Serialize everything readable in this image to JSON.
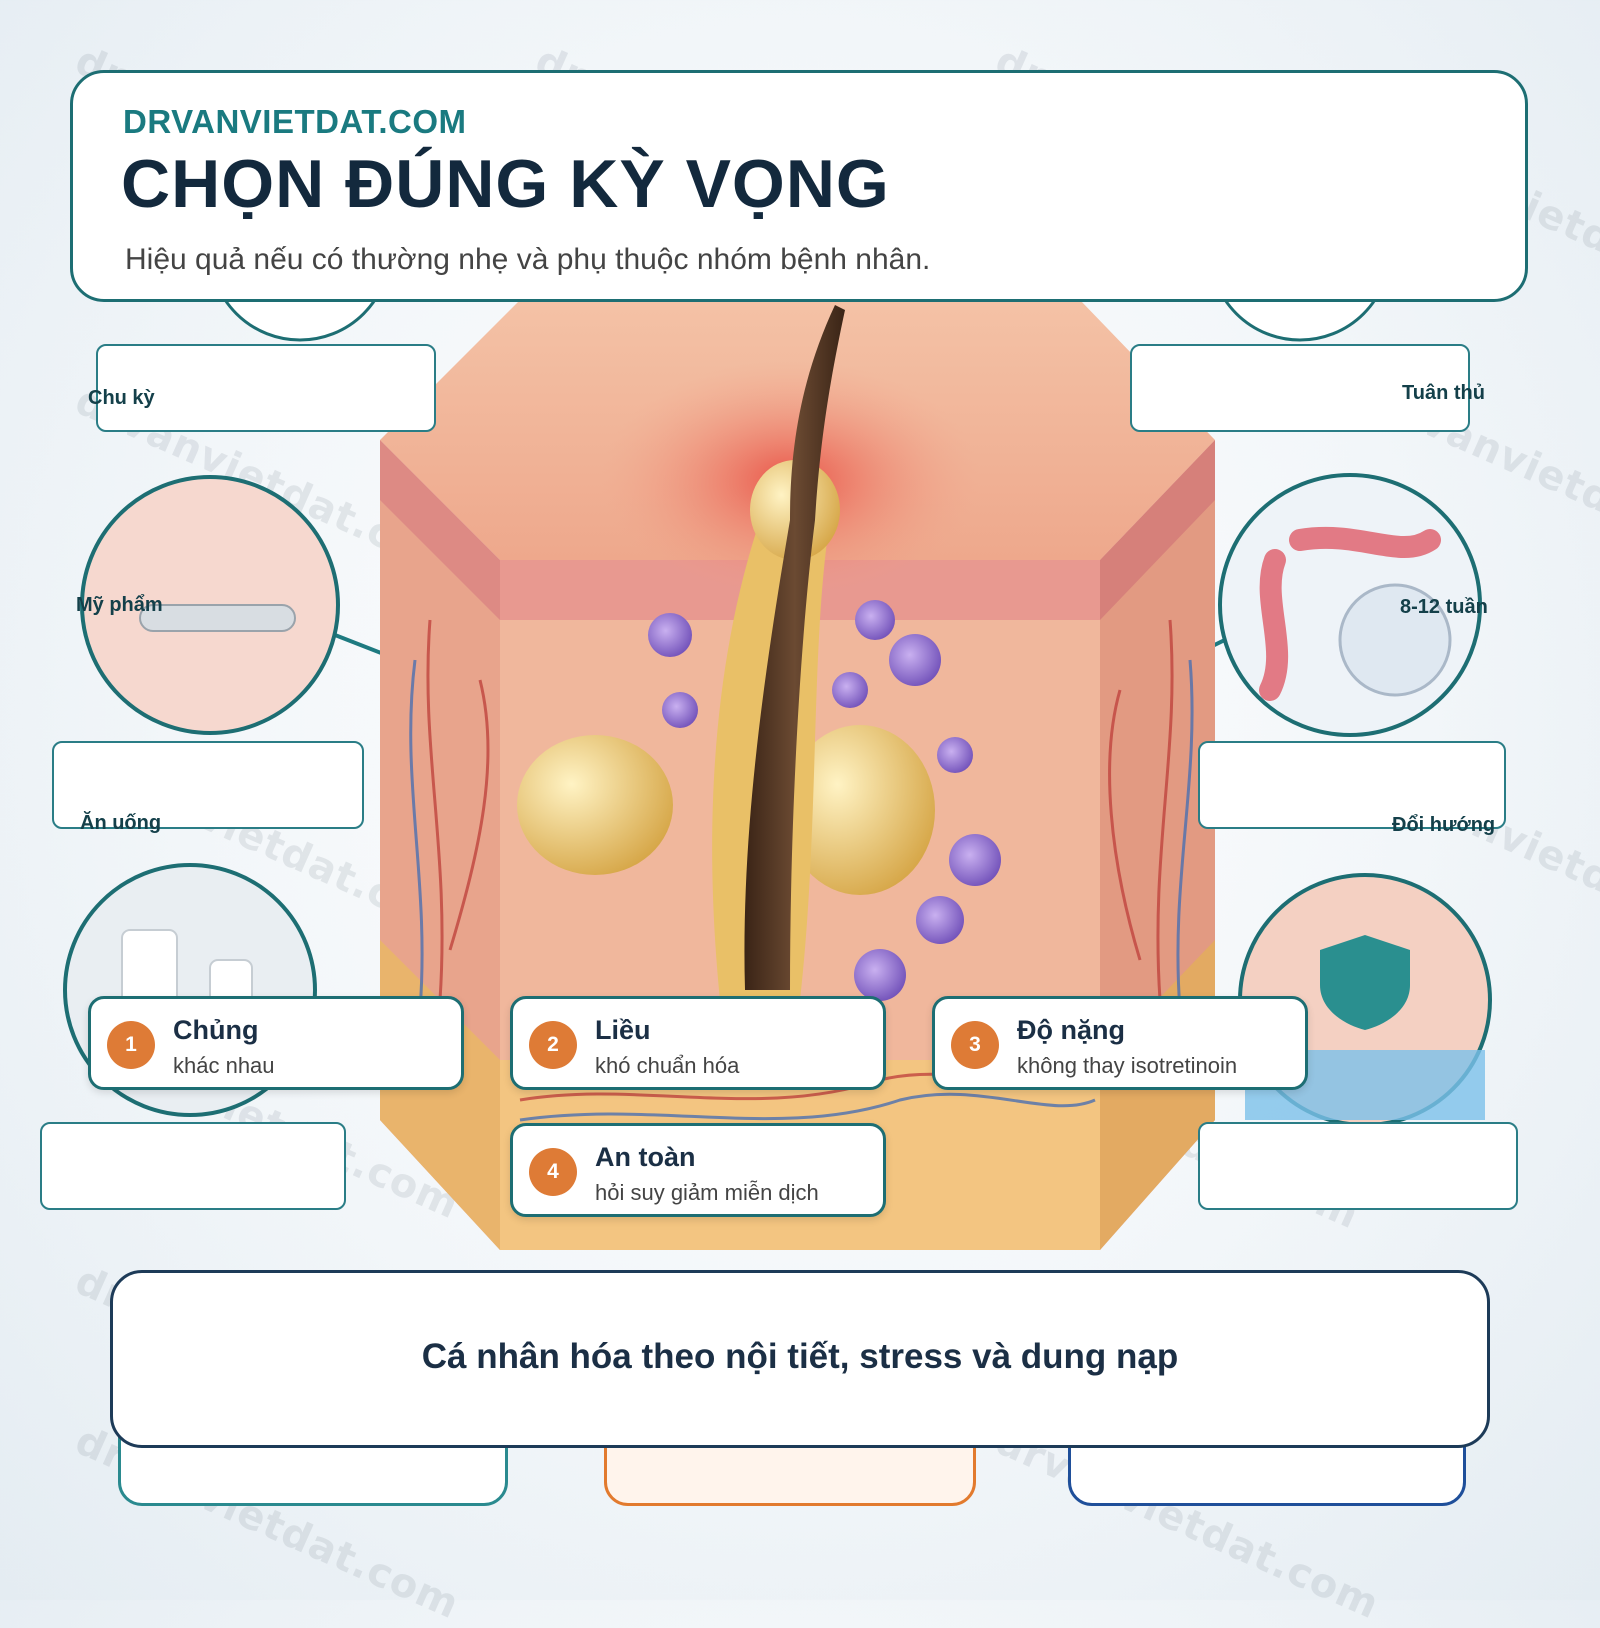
{
  "header": {
    "brand": "DRVANVIETDAT.COM",
    "title": "CHỌN ĐÚNG KỲ VỌNG",
    "subtitle": "Hiệu quả nếu có thường nhẹ và phụ thuộc nhóm bệnh nhân."
  },
  "watermark_text": "drvanvietdat.com",
  "side_labels": {
    "chu_ky": "Chu kỳ",
    "tuan_thu": "Tuân thủ",
    "my_pham": "Mỹ phẩm",
    "tuan_8_12": "8-12 tuần",
    "an_uong": "Ăn uống",
    "doi_huong": "Đổi hướng"
  },
  "cards": [
    {
      "num": "1",
      "title": "Chủng",
      "subtitle": "khác nhau"
    },
    {
      "num": "2",
      "title": "Liều",
      "subtitle": "khó chuẩn hóa"
    },
    {
      "num": "3",
      "title": "Độ nặng",
      "subtitle": "không thay isotretinoin"
    },
    {
      "num": "4",
      "title": "An toàn",
      "subtitle": "hỏi suy giảm miễn dịch"
    }
  ],
  "footer": {
    "text": "Cá nhân hóa theo nội tiết, stress và dung nạp"
  },
  "colors": {
    "teal_border": "#1d6e73",
    "badge_orange": "#de7b36",
    "title_navy": "#13293d",
    "brand_teal": "#1a7a80"
  }
}
